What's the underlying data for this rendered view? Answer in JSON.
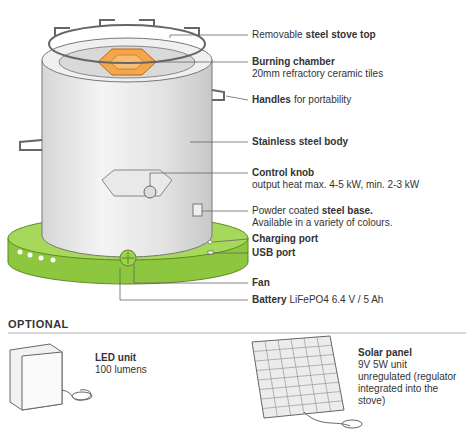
{
  "diagram": {
    "labels": [
      "Removable",
      "steel stove top",
      "Burning chamber",
      "20mm refractory ceramic tiles",
      "Handles",
      "for portability",
      "Stainless steel body",
      "Control knob",
      "output heat max. 4-5 kW, min. 2-3 kW",
      "Powder coated",
      "steel base.",
      "Available in a variety of colours.",
      "Charging port",
      "USB port",
      "Fan",
      "Battery",
      "LiFePO4 6.4 V / 5 Ah",
      "OPTIONAL",
      "LED unit",
      "100 lumens",
      "Solar panel",
      "9V 5W unit",
      "unregulated (regulator integrated into the stove)"
    ]
  }
}
